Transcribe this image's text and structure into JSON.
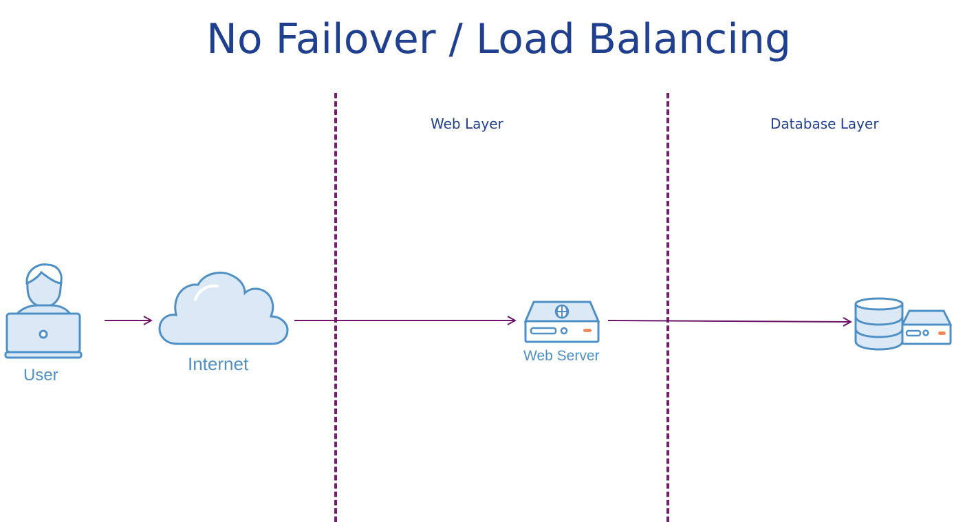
{
  "title": "No Failover / Load Balancing",
  "layers": {
    "web_layer": "Web Layer",
    "database_layer": "Database Layer"
  },
  "nodes": {
    "user": "User",
    "internet": "Internet",
    "web_server": "Web Server",
    "database_server": ""
  },
  "colors": {
    "title": "#1f3f8f",
    "divider": "#7a1a72",
    "arrow": "#6b1466",
    "icon_stroke": "#4e90c6",
    "icon_fill": "#dbe9f6",
    "icon_accent": "#f08a5d"
  },
  "icons": [
    "user-laptop-icon",
    "cloud-icon",
    "web-server-icon",
    "database-server-icon"
  ]
}
